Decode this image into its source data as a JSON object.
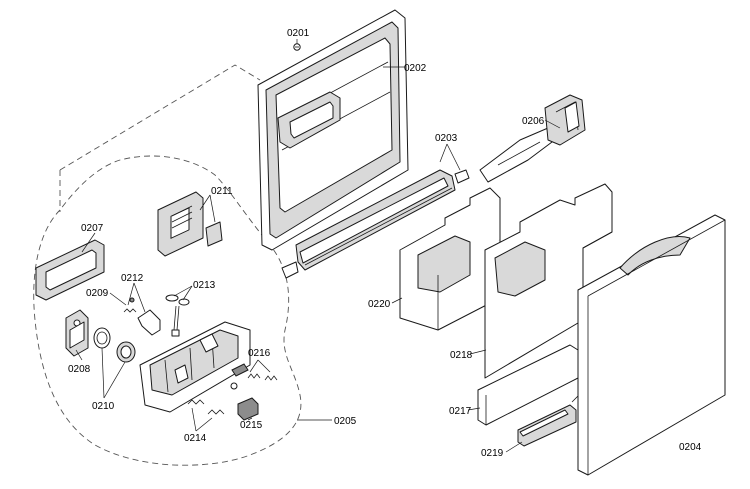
{
  "diagram": {
    "part_numbers": {
      "p0201": "0201",
      "p0202": "0202",
      "p0203": "0203",
      "p0204": "0204",
      "p0205": "0205",
      "p0206": "0206",
      "p0207": "0207",
      "p0208": "0208",
      "p0209": "0209",
      "p0210": "0210",
      "p0211": "0211",
      "p0212": "0212",
      "p0213": "0213",
      "p0214": "0214",
      "p0215": "0215",
      "p0216": "0216",
      "p0217": "0217",
      "p0218": "0218",
      "p0219": "0219",
      "p0220": "0220"
    }
  }
}
